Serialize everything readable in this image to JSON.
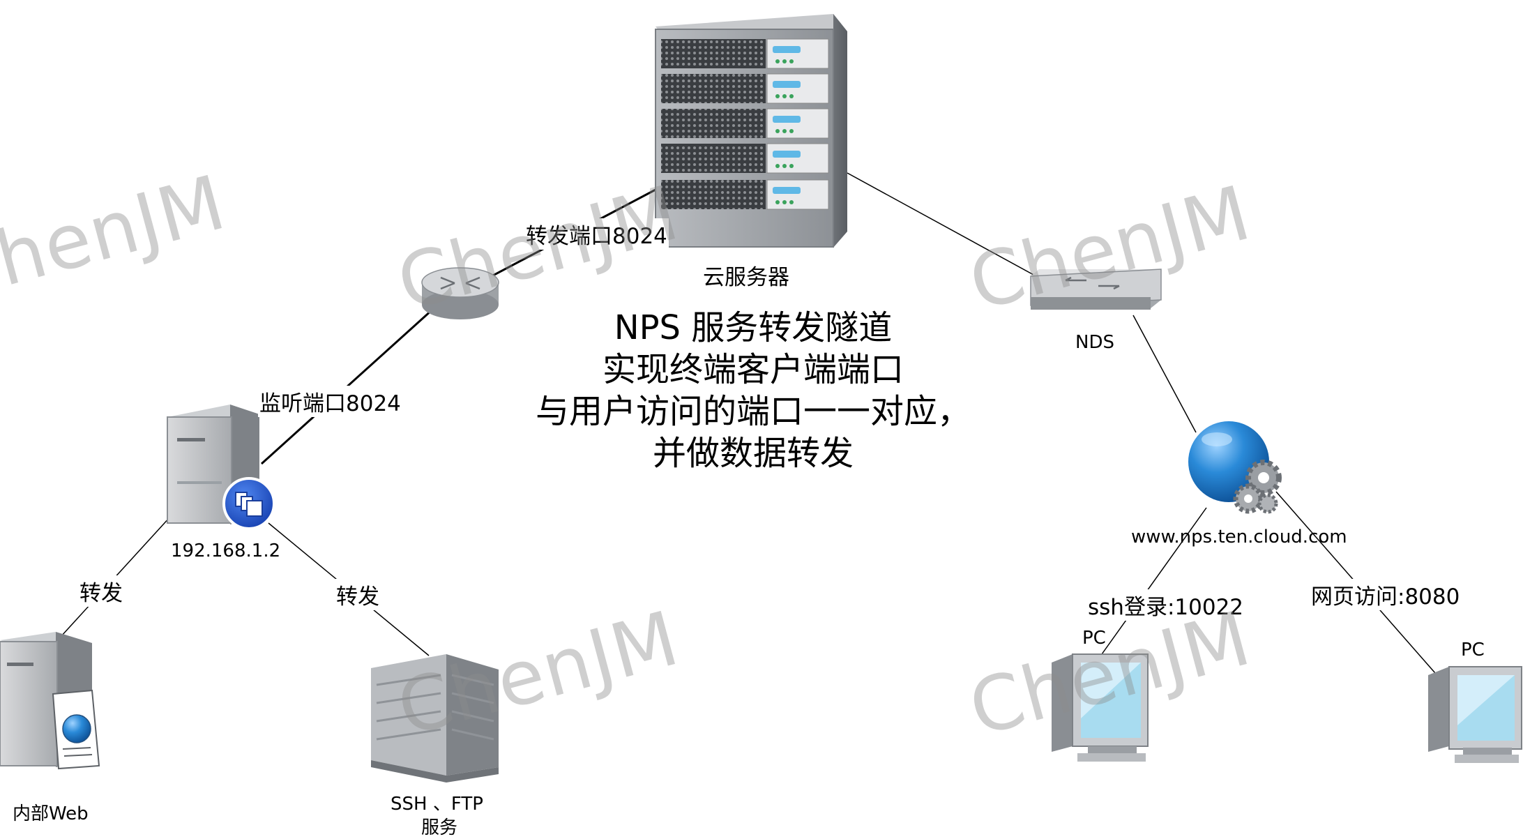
{
  "center_text": [
    "NPS 服务转发隧道",
    "实现终端客户端端口",
    "与用户访问的端口一一对应，",
    "并做数据转发"
  ],
  "nodes": {
    "cloud_server": "云服务器",
    "nds": "NDS",
    "internal_client": "192.168.1.2",
    "web_domain": "www.nps.ten.cloud.com",
    "pc_left": "PC",
    "pc_right": "PC",
    "internal_web": "内部Web",
    "ssh_ftp": "SSH 、FTP",
    "ssh_ftp_service": "服务"
  },
  "edges": {
    "router_to_server": "转发端口8024",
    "client_to_router": "监听端口8024",
    "forward_left": "转发",
    "forward_right": "转发",
    "ssh_login": "ssh登录:10022",
    "web_access": "网页访问:8080"
  },
  "watermark": "ChenJM",
  "colors": {
    "globe": "#1f78c8",
    "badge": "#1f56c8",
    "server_gray": "#9a9ea3",
    "watermark": "#8c8c8c"
  }
}
